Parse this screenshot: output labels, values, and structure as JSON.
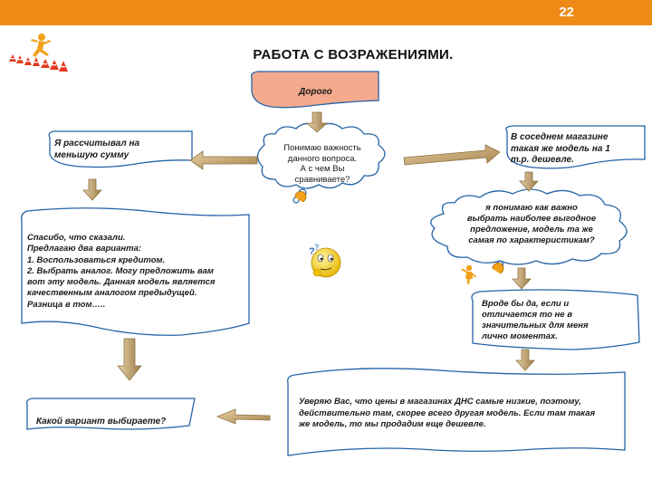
{
  "slide": {
    "number": "22",
    "title": "РАБОТА С ВОЗРАЖЕНИЯМИ."
  },
  "nodes": {
    "objection": "Дорого",
    "understand": [
      "Понимаю важность",
      "данного вопроса.",
      "А с чем Вы",
      "сравниваете?"
    ],
    "expected_less": [
      "Я рассчитывал на",
      "меньшую сумму"
    ],
    "neighbor_store": [
      "В соседнем магазине",
      "такая же модель на 1",
      "т.р. дешевле."
    ],
    "important_choice": [
      "я понимаю как важно",
      "выбрать наиболее выгодное",
      "предложение, модель та же",
      "самая по характеристикам?"
    ],
    "thanks_offer": [
      "Спасибо, что сказали.",
      "Предлагаю два варианта:",
      "1. Воспользоваться кредитом.",
      "2. Выбрать аналог. Могу предложить вам",
      "вот эту модель. Данная модель является",
      "качественным аналогом предыдущей.",
      "Разница в том….."
    ],
    "seems_same": [
      "Вроде бы да, если и",
      "отличается то не в",
      "значительных для меня",
      "лично моментах."
    ],
    "which_option": "Какой вариант выбираете?",
    "assure_prices": [
      "Уверяю Вас, что цены в магазинах ДНС самые низкие, поэтому,",
      "действительно там, скорее всего другая модель. Если там такая",
      "же модель, то мы продадим еще дешевле."
    ]
  },
  "colors": {
    "topbar": "#ef8a16",
    "objection_fill": "#f5aa8e",
    "box_border": "#2464a6",
    "arrow": "#c6a266",
    "arrow_stroke": "#8c7344"
  }
}
